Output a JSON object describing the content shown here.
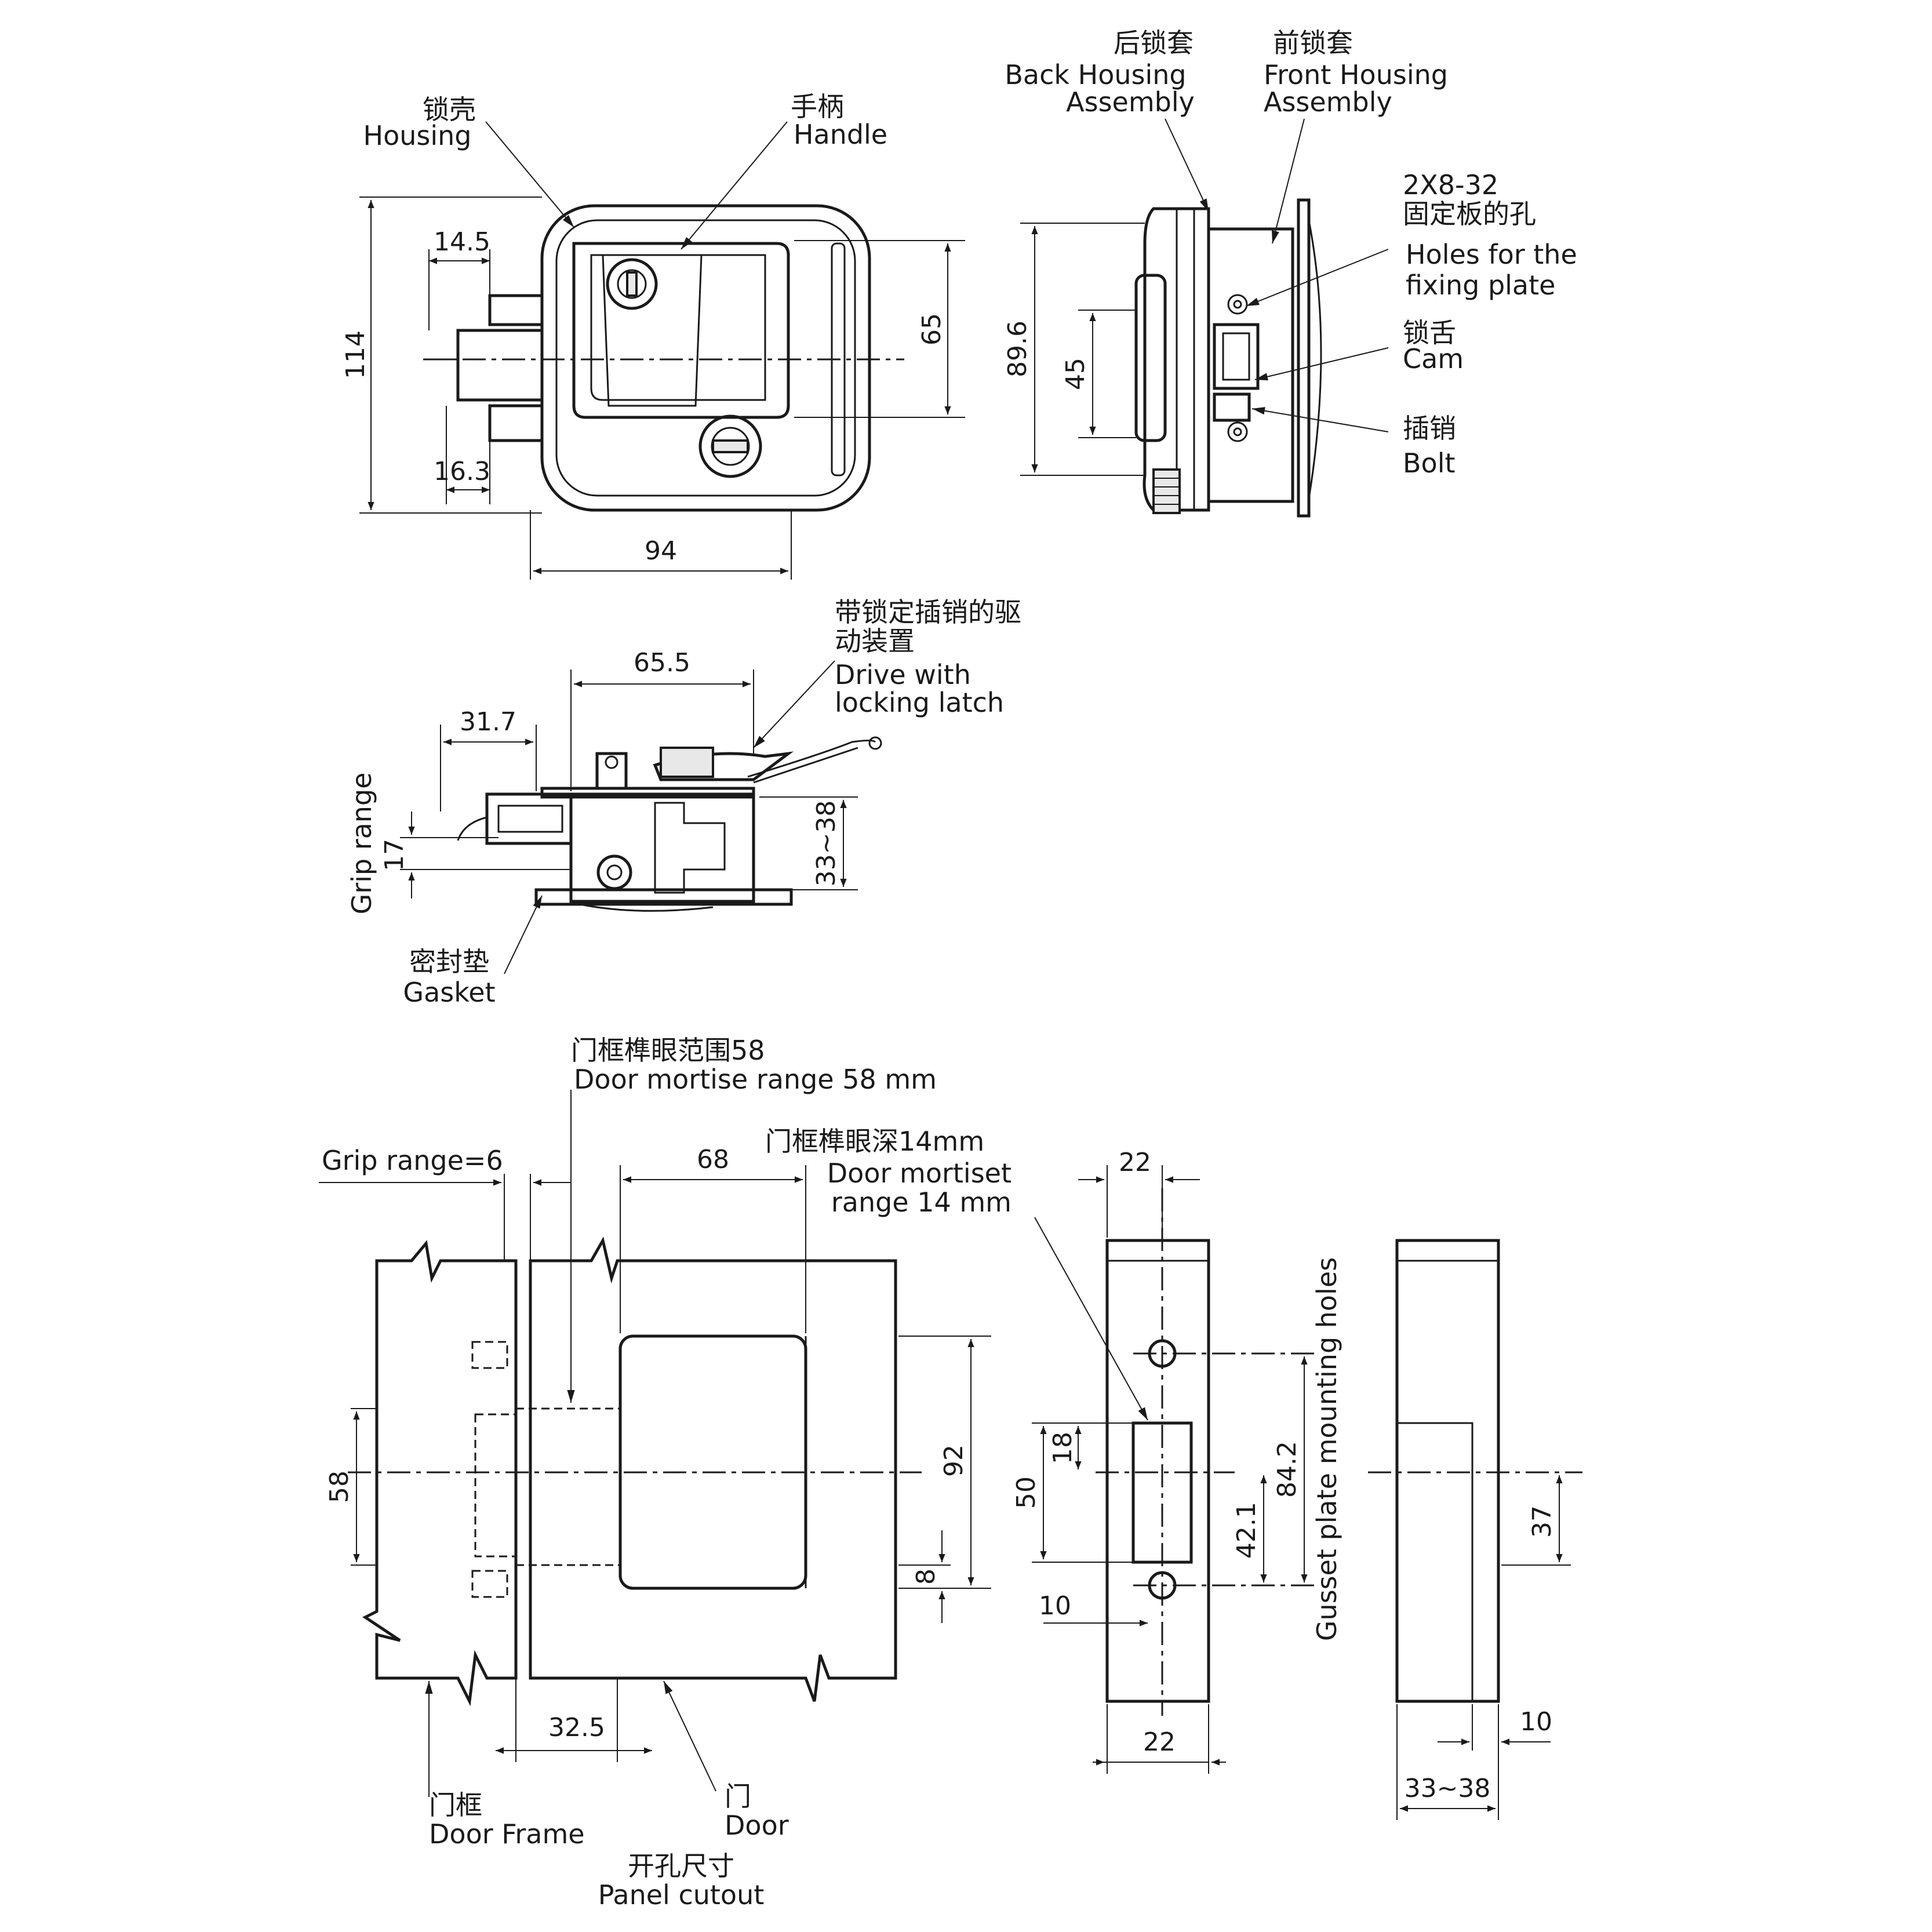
{
  "top_view": {
    "housing_zh": "锁壳",
    "housing_en": "Housing",
    "handle_zh": "手柄",
    "handle_en": "Handle",
    "dim_14_5": "14.5",
    "dim_16_3": "16.3",
    "dim_114": "114",
    "dim_65": "65",
    "dim_94": "94"
  },
  "side_view": {
    "back_housing_zh": "后锁套",
    "back_housing_en_1": "Back Housing",
    "back_housing_en_2": "Assembly",
    "front_housing_zh": "前锁套",
    "front_housing_en_1": "Front Housing",
    "front_housing_en_2": "Assembly",
    "holes_spec": "2X8-32",
    "holes_zh": "固定板的孔",
    "holes_en_1": "Holes for the",
    "holes_en_2": "fixing plate",
    "cam_zh": "锁舌",
    "cam_en": "Cam",
    "bolt_zh": "插销",
    "bolt_en": "Bolt",
    "dim_89_6": "89.6",
    "dim_45": "45"
  },
  "section_view": {
    "drive_zh_1": "带锁定插销的驱",
    "drive_zh_2": "动装置",
    "drive_en_1": "Drive with",
    "drive_en_2": "locking latch",
    "dim_65_5": "65.5",
    "dim_31_7": "31.7",
    "dim_17": "17",
    "dim_33_38": "33~38",
    "grip_range": "Grip range",
    "gasket_zh": "密封垫",
    "gasket_en": "Gasket"
  },
  "cutout_view": {
    "mortise_58_zh": "门框榫眼范围58",
    "mortise_58_en": "Door mortise range 58 mm",
    "mortise_14_zh": "门框榫眼深14mm",
    "mortise_14_en_1": "Door mortiset",
    "mortise_14_en_2": "range 14 mm",
    "grip_range_6": "Grip range=6",
    "dim_68": "68",
    "dim_58": "58",
    "dim_92": "92",
    "dim_8": "8",
    "dim_32_5": "32.5",
    "door_frame_zh": "门框",
    "door_frame_en": "Door Frame",
    "door_zh": "门",
    "door_en": "Door",
    "panel_cutout_zh": "开孔尺寸",
    "panel_cutout_en": "Panel cutout"
  },
  "gusset_view": {
    "dim_22_top": "22",
    "dim_22_bottom": "22",
    "dim_18": "18",
    "dim_50": "50",
    "dim_10": "10",
    "dim_42_1": "42.1",
    "dim_84_2": "84.2",
    "gusset_label": "Gusset plate mounting holes"
  },
  "edge_view": {
    "dim_37": "37",
    "dim_10": "10",
    "dim_33_38": "33~38"
  }
}
